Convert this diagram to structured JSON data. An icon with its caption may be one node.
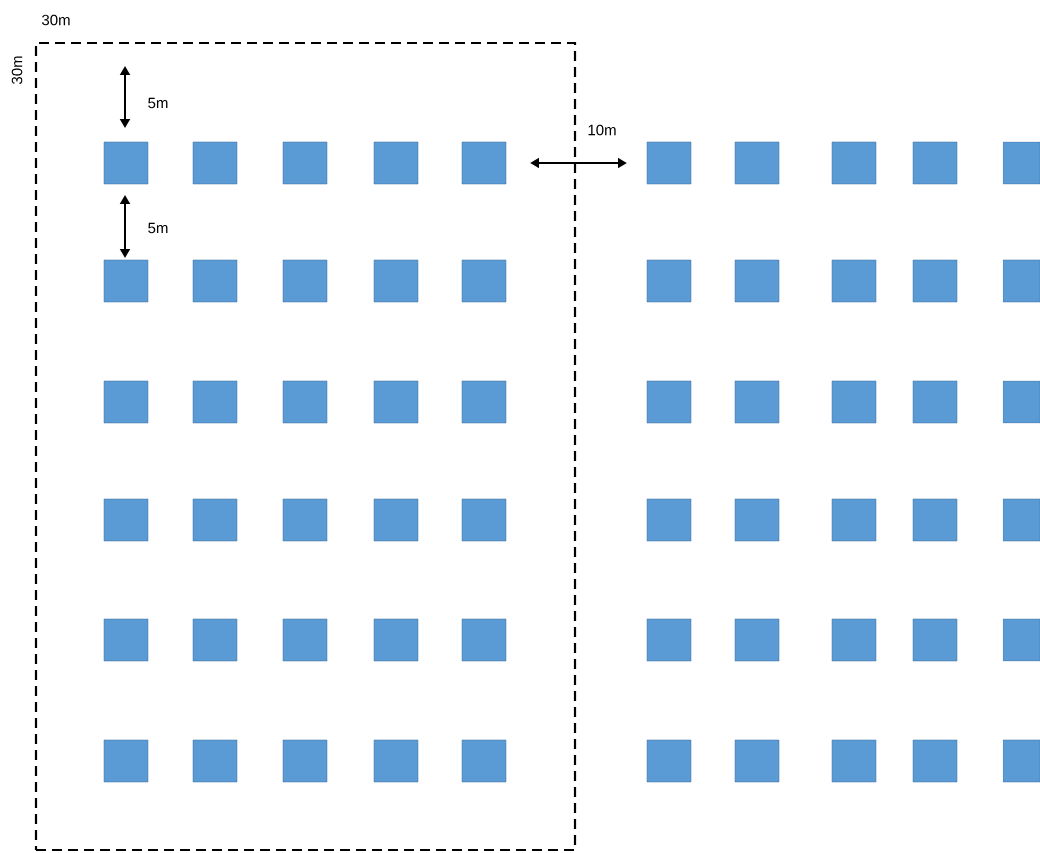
{
  "diagram": {
    "nodes": [
      {
        "text": [],
        "shape": "box"
      },
      {
        "text": [],
        "shape": "box",
        "in": 0
      },
      {
        "text": [],
        "shape": "box",
        "in": 0
      },
      {
        "text": [],
        "shape": "box",
        "in": 0
      },
      {
        "text": [],
        "shape": "box",
        "in": 0
      },
      {
        "text": [],
        "shape": "box",
        "in": 0
      },
      {
        "text": [],
        "shape": "box"
      },
      {
        "text": [],
        "shape": "box"
      },
      {
        "text": [],
        "shape": "box"
      },
      {
        "text": [],
        "shape": "box"
      },
      {
        "text": [],
        "shape": "box"
      },
      {
        "text": [],
        "shape": "box",
        "in": 0
      },
      {
        "text": [],
        "shape": "box",
        "in": 0
      },
      {
        "text": [],
        "shape": "box",
        "in": 0
      },
      {
        "text": [],
        "shape": "box",
        "in": 0
      },
      {
        "text": [],
        "shape": "box",
        "in": 0
      },
      {
        "text": [],
        "shape": "box"
      },
      {
        "text": [],
        "shape": "box"
      },
      {
        "text": [],
        "shape": "box"
      },
      {
        "text": [],
        "shape": "box"
      },
      {
        "text": [],
        "shape": "box"
      },
      {
        "text": [],
        "shape": "box",
        "in": 0
      },
      {
        "text": [],
        "shape": "box",
        "in": 0
      },
      {
        "text": [],
        "shape": "box",
        "in": 0
      },
      {
        "text": [],
        "shape": "box",
        "in": 0
      },
      {
        "text": [],
        "shape": "box",
        "in": 0
      },
      {
        "text": [],
        "shape": "box"
      },
      {
        "text": [],
        "shape": "box"
      },
      {
        "text": [],
        "shape": "box"
      },
      {
        "text": [],
        "shape": "box"
      },
      {
        "text": [],
        "shape": "box"
      },
      {
        "text": [],
        "shape": "box",
        "in": 0
      },
      {
        "text": [],
        "shape": "box",
        "in": 0
      },
      {
        "text": [],
        "shape": "box",
        "in": 0
      },
      {
        "text": [],
        "shape": "box",
        "in": 0
      },
      {
        "text": [],
        "shape": "box",
        "in": 0
      },
      {
        "text": [],
        "shape": "box"
      },
      {
        "text": [],
        "shape": "box"
      },
      {
        "text": [],
        "shape": "box"
      },
      {
        "text": [],
        "shape": "box"
      },
      {
        "text": [],
        "shape": "box"
      },
      {
        "text": [],
        "shape": "box",
        "in": 0
      },
      {
        "text": [],
        "shape": "box",
        "in": 0
      },
      {
        "text": [],
        "shape": "box",
        "in": 0
      },
      {
        "text": [],
        "shape": "box",
        "in": 0
      },
      {
        "text": [],
        "shape": "box",
        "in": 0
      },
      {
        "text": [],
        "shape": "box"
      },
      {
        "text": [],
        "shape": "box"
      },
      {
        "text": [],
        "shape": "box"
      },
      {
        "text": [],
        "shape": "box"
      },
      {
        "text": [],
        "shape": "box"
      },
      {
        "text": [],
        "shape": "box",
        "in": 0
      },
      {
        "text": [],
        "shape": "box",
        "in": 0
      },
      {
        "text": [],
        "shape": "box",
        "in": 0
      },
      {
        "text": [],
        "shape": "box",
        "in": 0
      },
      {
        "text": [],
        "shape": "box",
        "in": 0
      },
      {
        "text": [],
        "shape": "box"
      },
      {
        "text": [],
        "shape": "box"
      },
      {
        "text": [],
        "shape": "box"
      },
      {
        "text": [],
        "shape": "box"
      },
      {
        "text": [],
        "shape": "box"
      }
    ],
    "labels": [
      "30m",
      "30m",
      "5m",
      "10m",
      "5m"
    ]
  }
}
